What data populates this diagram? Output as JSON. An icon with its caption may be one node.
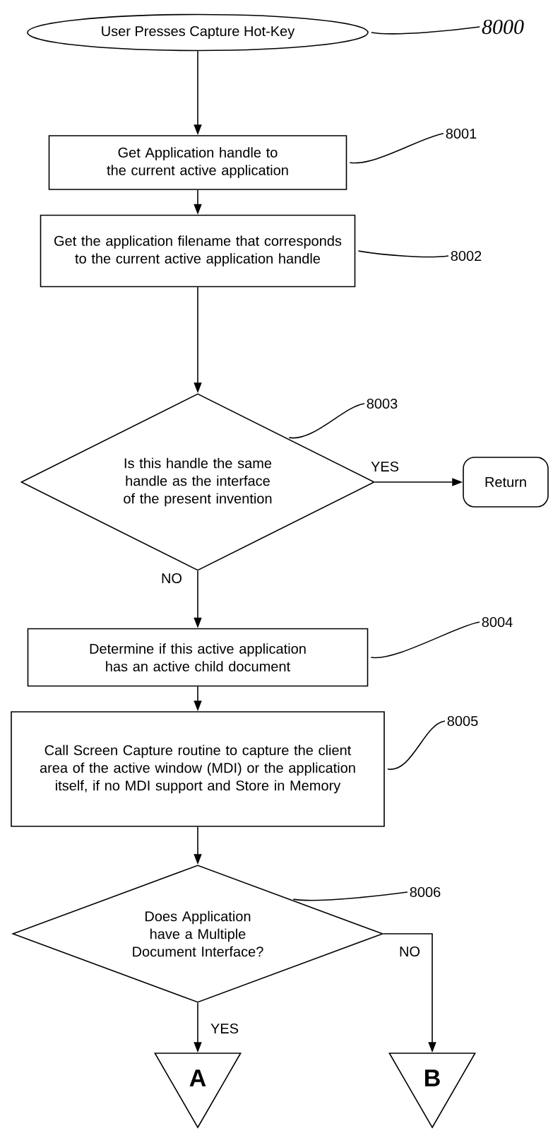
{
  "diagram": {
    "nodes": [
      {
        "text": [
          "User Presses Capture Hot-Key"
        ]
      },
      {
        "text": [
          "Get Application handle to the current active application"
        ]
      },
      {
        "text": [
          "Get the application filename that corresponds to the current active application handle"
        ]
      },
      {
        "text": [
          "Is this handle the same handle as the interface of the present invention"
        ]
      },
      {
        "text": [
          "Return"
        ]
      },
      {
        "text": [
          "Determine if this active application has an active child document"
        ]
      },
      {
        "text": [
          "Call Screen Capture routine to capture the client area of the active window (MDI) or the application itself, if no MDI support and Store in Memory"
        ]
      },
      {
        "text": [
          "Does Application have a Multiple Document Interface?"
        ]
      },
      {
        "text": [
          "A"
        ]
      },
      {
        "text": [
          "B"
        ]
      },
      {
        "text": [
          "8000"
        ]
      },
      {
        "text": [
          "8001"
        ]
      },
      {
        "text": [
          "8002"
        ]
      },
      {
        "text": [
          "8003"
        ]
      },
      {
        "text": [
          "8004"
        ]
      },
      {
        "text": [
          "8005"
        ]
      },
      {
        "text": [
          "8006"
        ]
      }
    ],
    "edges": [
      {
        "from": 0,
        "to": 1,
        "arrow": "to"
      },
      {
        "from": 1,
        "to": 2,
        "arrow": "to"
      },
      {
        "from": 2,
        "to": 3,
        "arrow": "to"
      },
      {
        "from": 3,
        "to": 4,
        "arrow": "to",
        "label": "YES"
      },
      {
        "from": 3,
        "to": 5,
        "arrow": "to",
        "label": "NO"
      },
      {
        "from": 5,
        "to": 6,
        "arrow": "to"
      },
      {
        "from": 6,
        "to": 7,
        "arrow": "to"
      },
      {
        "from": 7,
        "to": 8,
        "arrow": "to",
        "label": "YES"
      },
      {
        "from": 7,
        "to": 9,
        "arrow": "to",
        "label": "NO"
      },
      {
        "from": 10,
        "to": 0,
        "arrow": "none"
      },
      {
        "from": 11,
        "to": 1,
        "arrow": "none"
      },
      {
        "from": 12,
        "to": 2,
        "arrow": "none"
      },
      {
        "from": 13,
        "to": 3,
        "arrow": "none"
      },
      {
        "from": 14,
        "to": 5,
        "arrow": "none"
      },
      {
        "from": 15,
        "to": 6,
        "arrow": "none"
      },
      {
        "from": 16,
        "to": 7,
        "arrow": "none"
      }
    ]
  }
}
